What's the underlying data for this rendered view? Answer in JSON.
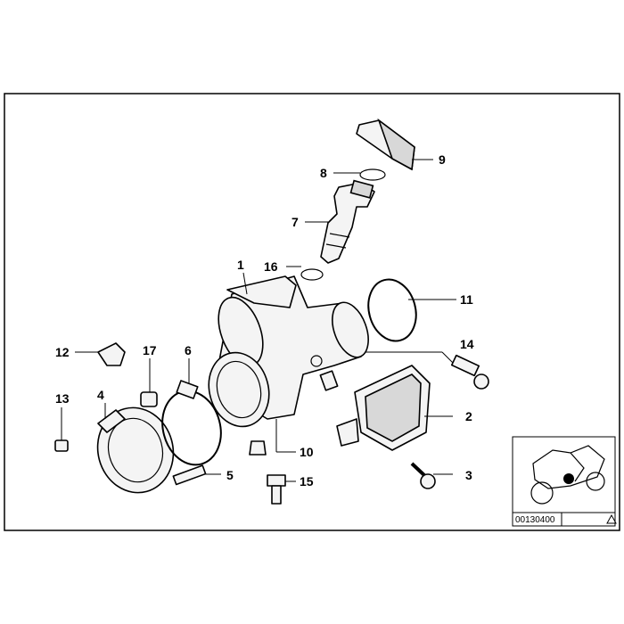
{
  "callouts": [
    {
      "id": "1",
      "label": "1"
    },
    {
      "id": "2",
      "label": "2"
    },
    {
      "id": "3",
      "label": "3"
    },
    {
      "id": "4",
      "label": "4"
    },
    {
      "id": "5",
      "label": "5"
    },
    {
      "id": "6",
      "label": "6"
    },
    {
      "id": "7",
      "label": "7"
    },
    {
      "id": "8",
      "label": "8"
    },
    {
      "id": "9",
      "label": "9"
    },
    {
      "id": "10",
      "label": "10"
    },
    {
      "id": "11",
      "label": "11"
    },
    {
      "id": "12",
      "label": "12"
    },
    {
      "id": "13",
      "label": "13"
    },
    {
      "id": "14",
      "label": "14"
    },
    {
      "id": "15",
      "label": "15"
    },
    {
      "id": "16",
      "label": "16"
    },
    {
      "id": "17",
      "label": "17"
    }
  ],
  "thumbnail": {
    "reference_number": "00130400",
    "icon": "motorcycle-icon",
    "marker_icon": "warning-triangle-icon"
  }
}
